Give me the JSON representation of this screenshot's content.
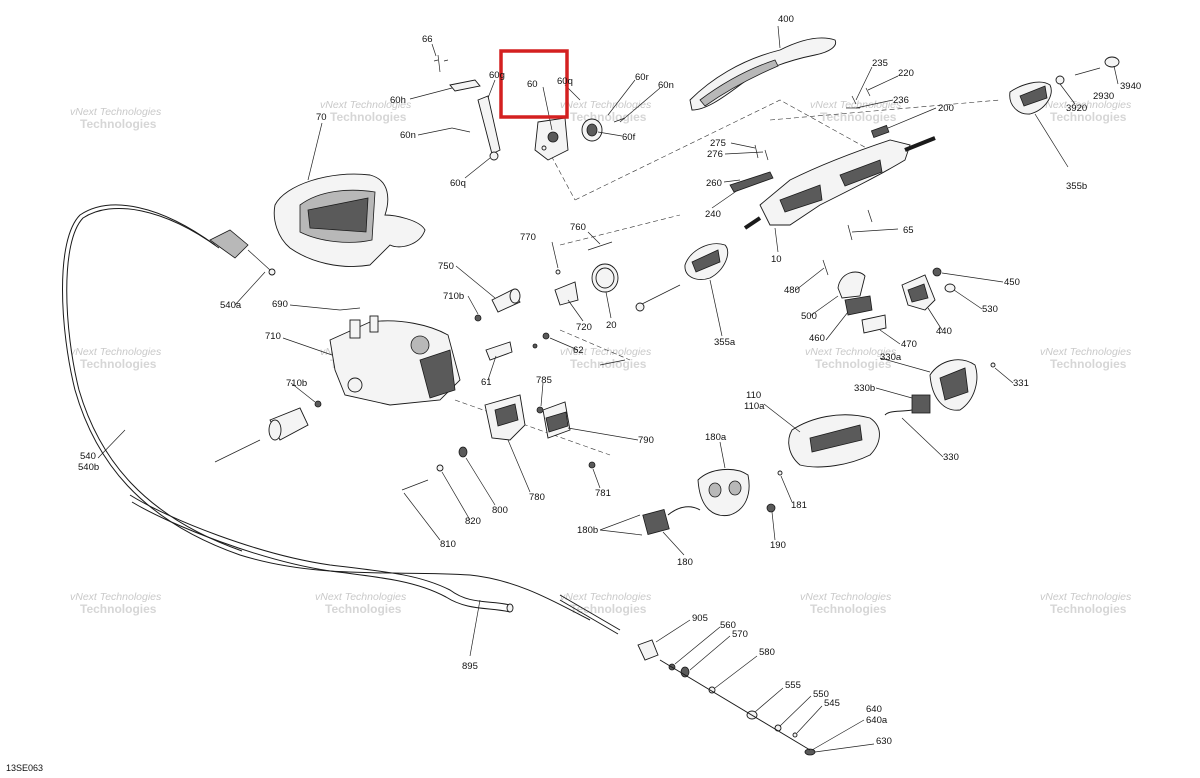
{
  "diagram": {
    "code": "13SE063",
    "watermark_line1": "vNext Technologies",
    "watermark_line2": "Technologies",
    "highlight_color": "#d42020",
    "labels": [
      "66",
      "60h",
      "60g",
      "60",
      "60q",
      "60r",
      "60n",
      "60f",
      "60n",
      "60q",
      "70",
      "400",
      "235",
      "220",
      "236",
      "200",
      "3940",
      "3920",
      "2930",
      "355b",
      "275",
      "276",
      "260",
      "240",
      "65",
      "10",
      "770",
      "760",
      "750",
      "710b",
      "720",
      "20",
      "355a",
      "690",
      "710",
      "480",
      "450",
      "500",
      "530",
      "460",
      "470",
      "440",
      "62",
      "61",
      "330a",
      "331",
      "330b",
      "785",
      "710b",
      "790",
      "110",
      "110a",
      "330",
      "540",
      "540b",
      "540a",
      "780",
      "800",
      "781",
      "180a",
      "820",
      "181",
      "810",
      "180b",
      "190",
      "180",
      "905",
      "560",
      "570",
      "580",
      "555",
      "550",
      "545",
      "640",
      "640a",
      "630",
      "895"
    ]
  }
}
